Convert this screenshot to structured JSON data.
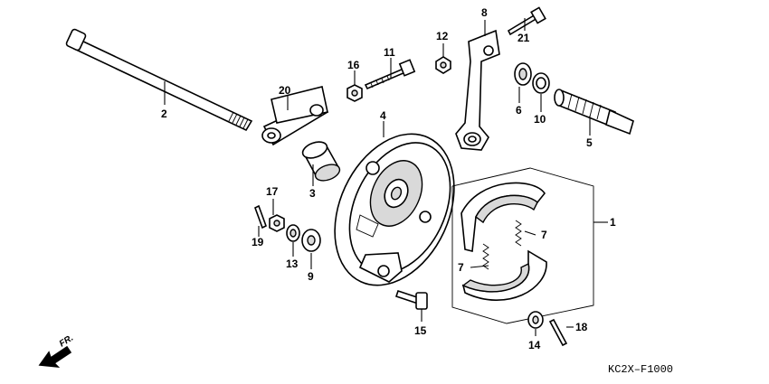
{
  "diagram": {
    "code": "KC2X–F1000",
    "direction_label": "FR.",
    "callouts": [
      {
        "id": "c1",
        "label": "1"
      },
      {
        "id": "c2",
        "label": "2"
      },
      {
        "id": "c3",
        "label": "3"
      },
      {
        "id": "c4",
        "label": "4"
      },
      {
        "id": "c5",
        "label": "5"
      },
      {
        "id": "c6",
        "label": "6"
      },
      {
        "id": "c7a",
        "label": "7"
      },
      {
        "id": "c7b",
        "label": "7"
      },
      {
        "id": "c8",
        "label": "8"
      },
      {
        "id": "c9",
        "label": "9"
      },
      {
        "id": "c10",
        "label": "10"
      },
      {
        "id": "c11",
        "label": "11"
      },
      {
        "id": "c12",
        "label": "12"
      },
      {
        "id": "c13",
        "label": "13"
      },
      {
        "id": "c14",
        "label": "14"
      },
      {
        "id": "c15",
        "label": "15"
      },
      {
        "id": "c16",
        "label": "16"
      },
      {
        "id": "c17",
        "label": "17"
      },
      {
        "id": "c18",
        "label": "18"
      },
      {
        "id": "c19",
        "label": "19"
      },
      {
        "id": "c20",
        "label": "20"
      },
      {
        "id": "c21",
        "label": "21"
      }
    ]
  }
}
